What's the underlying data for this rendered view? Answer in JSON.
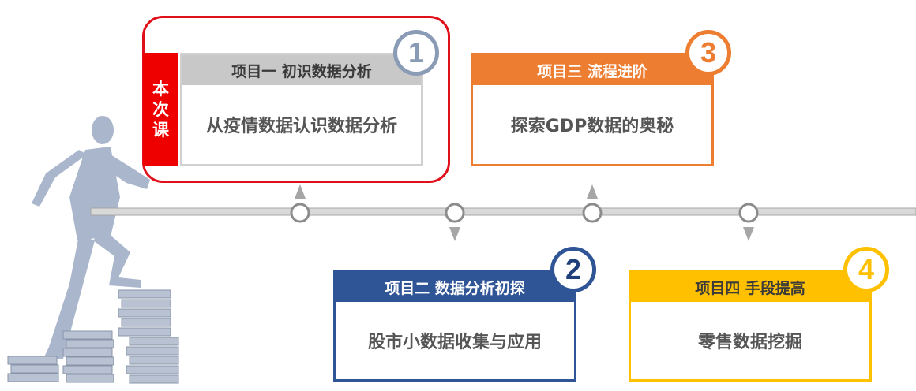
{
  "current_tag": "本次课",
  "projects": [
    {
      "id": "1",
      "title": "项目一 初识数据分析",
      "subtitle": "从疫情数据认识数据分析",
      "color": "#8a9bb5"
    },
    {
      "id": "2",
      "title": "项目二 数据分析初探",
      "subtitle": "股市小数据收集与应用",
      "color": "#2f5597"
    },
    {
      "id": "3",
      "title": "项目三 流程进阶",
      "subtitle": "探索GDP数据的奥秘",
      "color": "#ed7d31"
    },
    {
      "id": "4",
      "title": "项目四 手段提高",
      "subtitle": "零售数据挖掘",
      "color": "#ffc000"
    }
  ]
}
